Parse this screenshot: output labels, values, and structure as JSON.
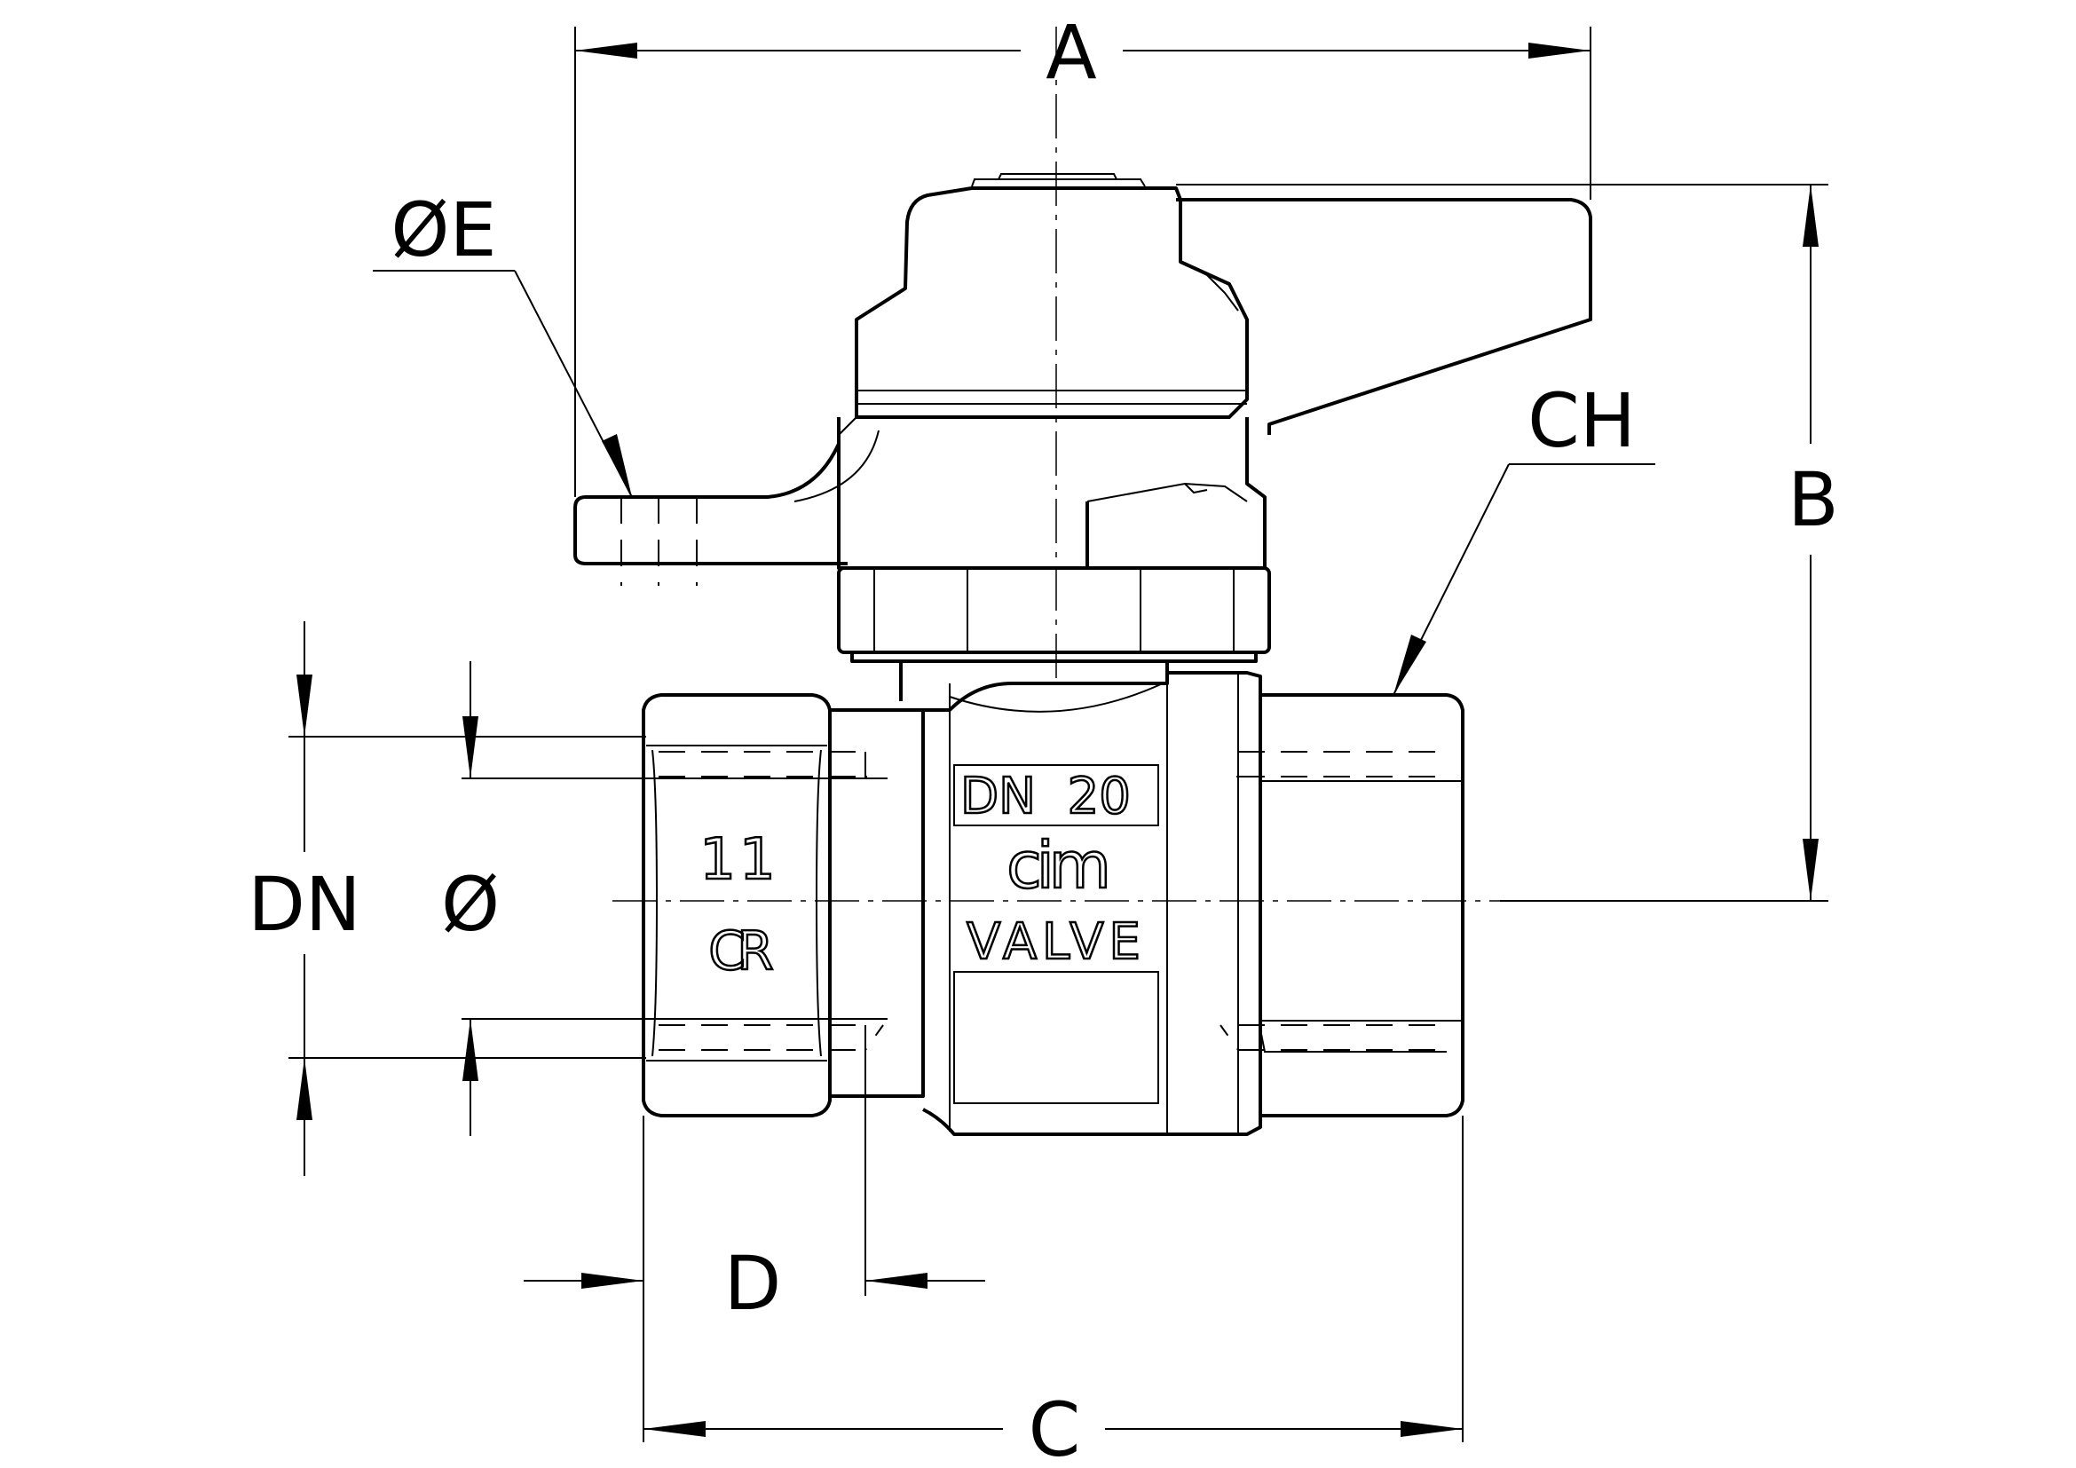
{
  "dimensions": {
    "a": "A",
    "b": "B",
    "c": "C",
    "d": "D",
    "e": "ØE",
    "ch": "CH",
    "dn": "DN",
    "phi": "Ø"
  },
  "markings": {
    "size": "DN  20",
    "brand": "cim",
    "type": "VALVE",
    "number": "11",
    "logo": "CR"
  }
}
